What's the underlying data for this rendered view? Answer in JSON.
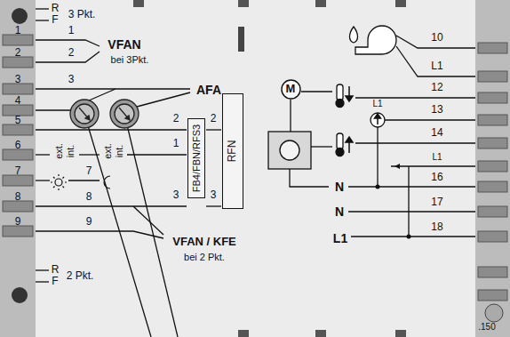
{
  "diagram": {
    "nodes": [
      {
        "text": [
          "FB4/FBN/RFS3"
        ]
      },
      {
        "text": [
          "RFN"
        ]
      },
      {
        "text": [
          "M"
        ]
      }
    ],
    "labels": [
      "R",
      "F",
      "3 Pkt.",
      "1",
      "2",
      "3",
      "4",
      "5",
      "6",
      "7",
      "8",
      "9",
      "1",
      "2",
      "3",
      "VFAN",
      "bei 3Pkt.",
      "AFA",
      "ext.",
      "int.",
      "ext.",
      "int.",
      "7",
      "8",
      "9",
      "2",
      "1",
      "3",
      "2",
      "3",
      "VFAN / KFE",
      "bei 2 Pkt.",
      "R",
      "F",
      "2 Pkt.",
      "10",
      "L1",
      "12",
      "L1",
      "13",
      "14",
      "L1",
      "16",
      "N",
      "17",
      "N",
      "18",
      "L1",
      ".150"
    ]
  }
}
